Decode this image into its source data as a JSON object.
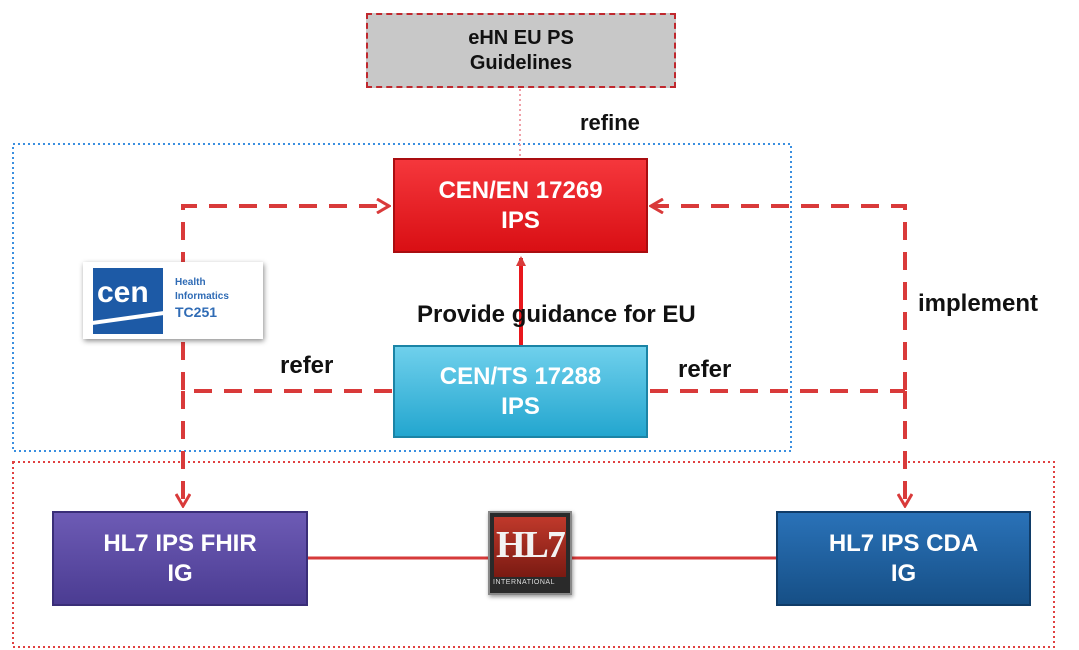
{
  "colors": {
    "red": "#e8171c",
    "cyan": "#2ab3d8",
    "purple": "#5a4aa0",
    "blue": "#1a5f9e",
    "grey": "#c8c8c8",
    "dashed_red": "#d93a3a",
    "dotted_blue": "#3a8fe0"
  },
  "nodes": {
    "guidelines": {
      "line1": "eHN EU PS",
      "line2": "Guidelines"
    },
    "en17269": {
      "line1": "CEN/EN 17269",
      "line2": "IPS"
    },
    "ts17288": {
      "line1": "CEN/TS 17288",
      "line2": "IPS"
    },
    "fhir": {
      "line1": "HL7 IPS FHIR",
      "line2": "IG"
    },
    "cda": {
      "line1": "HL7 IPS CDA",
      "line2": "IG"
    }
  },
  "labels": {
    "refine": "refine",
    "provide": "Provide  guidance for EU",
    "refer_left": "refer",
    "refer_right": "refer",
    "implement": "implement"
  },
  "cen_logo": {
    "mark": "cen",
    "line1": "Health",
    "line2": "Informatics",
    "line3": "TC251"
  },
  "hl7_logo": {
    "mark": "HL7",
    "sub": "INTERNATIONAL"
  }
}
